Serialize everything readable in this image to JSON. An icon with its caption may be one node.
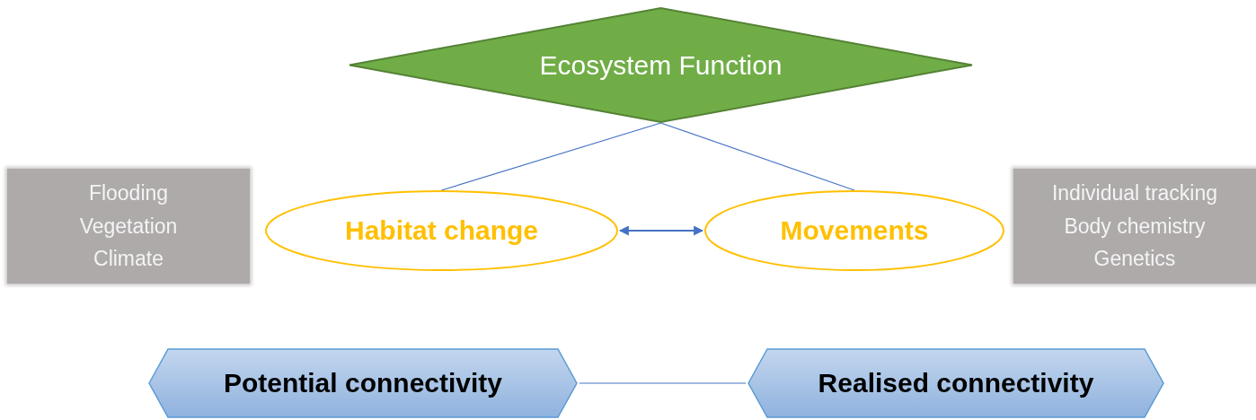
{
  "diagram": {
    "nodes": [
      {
        "text": [
          "Ecosystem Function"
        ]
      },
      {
        "text": [
          "Flooding",
          "Vegetation",
          "Climate"
        ]
      },
      {
        "text": [
          "Habitat change"
        ]
      },
      {
        "text": [
          "Movements"
        ]
      },
      {
        "text": [
          "Individual tracking",
          "Body chemistry",
          "Genetics"
        ]
      },
      {
        "text": [
          "Potential connectivity"
        ]
      },
      {
        "text": [
          "Realised connectivity"
        ]
      }
    ],
    "edges": [
      {
        "from": 0,
        "to": 2,
        "arrow": "none"
      },
      {
        "from": 0,
        "to": 3,
        "arrow": "none"
      },
      {
        "from": 2,
        "to": 3,
        "arrow": "both"
      },
      {
        "from": 5,
        "to": 6,
        "arrow": "none"
      }
    ]
  }
}
